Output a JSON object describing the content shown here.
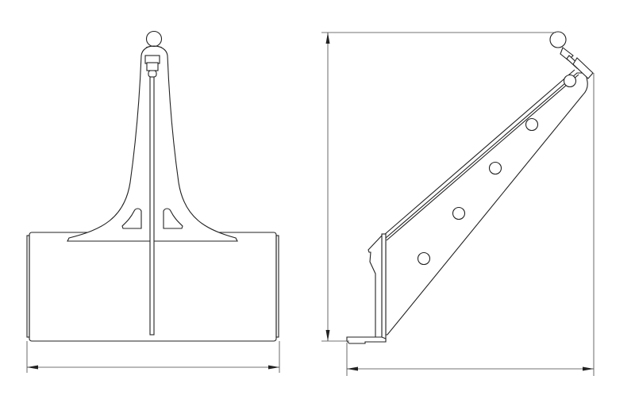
{
  "drawing": {
    "views": [
      "front-view",
      "side-view"
    ],
    "line_color": "#222222",
    "background": "#ffffff",
    "side_view_holes": 5
  }
}
